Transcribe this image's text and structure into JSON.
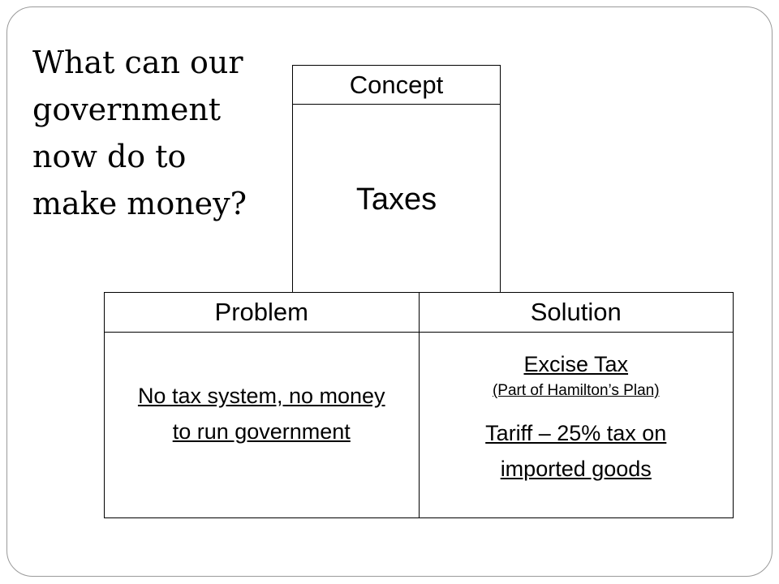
{
  "question": {
    "lines": [
      "What can our",
      "government",
      "now do to",
      "make money?"
    ]
  },
  "concept": {
    "header": "Concept",
    "value": "Taxes"
  },
  "problem": {
    "header": "Problem",
    "text": "No tax system, no money to run government"
  },
  "solution": {
    "header": "Solution",
    "excise_title": "Excise Tax",
    "excise_note": "(Part of Hamilton’s Plan)",
    "tariff": "Tariff – 25% tax on imported goods"
  }
}
